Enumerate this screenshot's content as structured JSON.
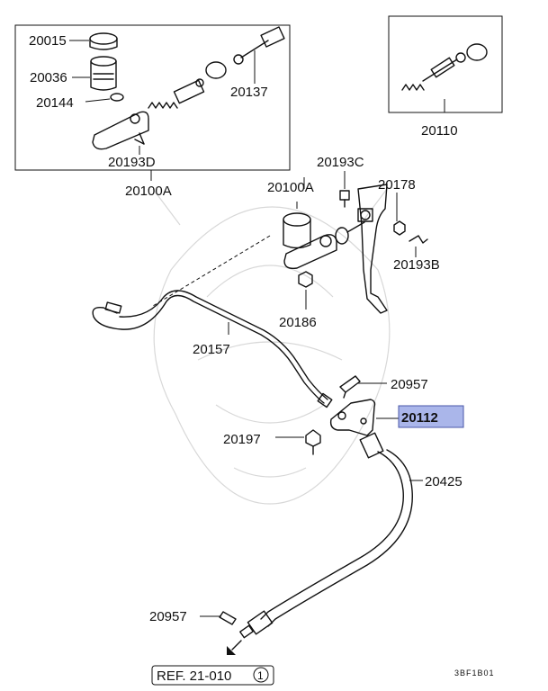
{
  "parts": {
    "p20015": "20015",
    "p20036": "20036",
    "p20144": "20144",
    "p20193D": "20193D",
    "p20137": "20137",
    "p20100A_box": "20100A",
    "p20110": "20110",
    "p20193C": "20193C",
    "p20178": "20178",
    "p20100A": "20100A",
    "p20193B": "20193B",
    "p20186": "20186",
    "p20157": "20157",
    "p20957_top": "20957",
    "p20112": "20112",
    "p20197": "20197",
    "p20425": "20425",
    "p20957_bottom": "20957"
  },
  "reference": {
    "text": "REF. 21-010",
    "circled": "1"
  },
  "diagram_code": "3BF1B01",
  "colors": {
    "highlight": "#aab6ea",
    "line": "#111111"
  }
}
